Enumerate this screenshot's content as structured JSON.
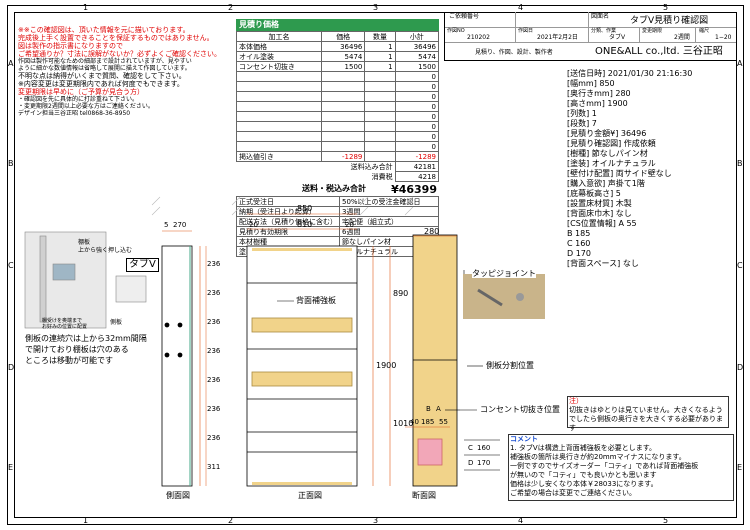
{
  "border": {
    "top_numbers": [
      "1",
      "2",
      "3",
      "4",
      "5"
    ],
    "bottom_numbers": [
      "1",
      "2",
      "3",
      "4",
      "5"
    ],
    "side_letters": [
      "A",
      "B",
      "C",
      "D",
      "E"
    ]
  },
  "title_block": {
    "label_customer_no": "ご依頼番号",
    "label_drawing_name": "図面名",
    "drawing_name": "タブV見積り確認図",
    "label_created_no": "作図NO",
    "label_created_date": "作図日",
    "created_no": "210202",
    "created_date": "2021年2月2日",
    "label_category": "分類、作業",
    "category": "タブV",
    "label_change": "変更期限",
    "change": "2週間",
    "label_scale": "縮尺",
    "scale": "1−20",
    "company_caption": "見積り、作図、設計、製作者",
    "company": "ONE&ALL co.,ltd.  三谷正昭"
  },
  "notes_red": [
    "※※この確認図は、頂いた情報を元に描いております。",
    "完成後上手く設置できることを保証するものではありません。",
    "図は製作の指示書になりますので",
    "ご希望通りか？寸法に誤解がないか？必ずよくご確認ください。",
    "作図は製作可能なための細部まで設計されていますが、見やすい",
    "ように細かな数値情報は省略して展開に描えて作図しています。",
    "不明な点は納得がいくまで質問、確認をして下さい。",
    "※内容変更は変更期限内であれば何度でもできます。",
    "変更期限は早めに（ご予算が見合う方）",
    "・確認図を先に具体的に打診重ねて下さい。",
    "・変更期限2週間以上必要な方はご連絡ください。",
    "デザイン担当三谷正昭  tel0868-36-8950"
  ],
  "estimate": {
    "title": "見積り価格",
    "headers": [
      "加工名",
      "価格",
      "数量",
      "小計"
    ],
    "rows": [
      [
        "本体価格",
        "36496",
        "1",
        "36496"
      ],
      [
        "オイル塗装",
        "5474",
        "1",
        "5474"
      ],
      [
        "コンセント切抜き",
        "1500",
        "1",
        "1500"
      ],
      [
        "",
        "",
        "",
        "0"
      ],
      [
        "",
        "",
        "",
        "0"
      ],
      [
        "",
        "",
        "",
        "0"
      ],
      [
        "",
        "",
        "",
        "0"
      ],
      [
        "",
        "",
        "",
        "0"
      ],
      [
        "",
        "",
        "",
        "0"
      ],
      [
        "",
        "",
        "",
        "0"
      ],
      [
        "",
        "",
        "",
        "0"
      ]
    ],
    "discount_label": "掲込値引き",
    "discount_value": "-1289",
    "discount_subtotal": "-1289",
    "shipping_total_label": "送料込み合計",
    "shipping_total": "42181",
    "tax_label": "消費税",
    "tax": "4218",
    "grand_label": "送料・税込み合計",
    "grand_total": "¥46399"
  },
  "conditions": [
    [
      "正式受注日",
      "50%以上の受注金確認日"
    ],
    [
      "納期（受注日より起算）",
      "3週間"
    ],
    [
      "配送方法（見積り価格に含む）",
      "宅配便（組立式）"
    ],
    [
      "見積り有効期限",
      "6週間"
    ],
    [
      "本材樹種",
      "節なしパイン材"
    ],
    [
      "塗装",
      "オイルナチュラル"
    ]
  ],
  "spec": {
    "date": "[送信日時] 2021/01/30 21:16:30",
    "lines": [
      "[幅mm] 850",
      "[奥行きmm] 280",
      "[高さmm] 1900",
      "[列数] 1",
      "[段数] 7",
      "[見積り金額¥] 36496",
      "[見積り確認図] 作成依頼",
      "[樹種] 節なしパイン材",
      "[塗装] オイルナチュラル",
      "[壁付け配置] 両サイド壁なし",
      "[購入意欲] 声掛て1階",
      "[底幕板高さ] 5",
      "[設置床材質] 木製",
      "[背面床巾木] なし",
      "[CS位置情報] A  55",
      "B  185",
      "C  160",
      "D  170",
      "[背面スペース] なし"
    ]
  },
  "diagram": {
    "tabv_label": "タブV",
    "shelf_label": "棚板",
    "shelf_note": "上から強く押し込む",
    "side_label": "側板",
    "insert_note": "棚受けを奥端まで\nお好みの位置に配置",
    "hole_note": "側板の連続穴は上から32mm間隔\nで開けており棚板は穴のある\nところは移動が可能です",
    "back_board": "背面補強板",
    "side_divider": "側板分割位置",
    "outlet": "コンセント切抜き位置",
    "joint": "タッピジョイント",
    "view_side": "側面図",
    "view_front": "正面図",
    "view_section": "断面図",
    "dim_850": "850",
    "dim_20a": "20",
    "dim_810": "810",
    "dim_20b": "20",
    "dim_280": "280",
    "dim_270": "270",
    "dim_5": "5",
    "dim_1900": "1900",
    "dim_890": "890",
    "dim_1010": "1010",
    "dim_40": "40",
    "dim_185": "185",
    "dim_55": "55",
    "dim_160": "160",
    "dim_170": "170",
    "lbl_a": "A",
    "lbl_b": "B",
    "lbl_c": "C",
    "lbl_d": "D",
    "shelf_gaps": [
      "236",
      "236",
      "236",
      "236",
      "236",
      "236",
      "236",
      "311"
    ]
  },
  "note_box": {
    "title": "注）",
    "text": "切抜きはゆとりは見ていません。大きくなるようでしたら側板の奥行きを大きくする必要があります"
  },
  "comment": {
    "title": "コメント",
    "lines": [
      "1. タブVは構造上背面補強板を必要とします。",
      "補強板の箇所は奥行きが約20mmマイナスになります。",
      "一例ですのでサイズオーダー「コティ」であれば背面補強板",
      "が無いので「コティ」でも良いかとも思います",
      "価格は少し安くなり本体￥28033になります。",
      "ご希望の場合は変更でご連絡ください。"
    ]
  },
  "colors": {
    "accent_green": "#2e9a4e",
    "red": "#e00000",
    "wood": "#f1d38a",
    "dim_orange": "#e05a1c",
    "outlet_pink": "#f2a7b8"
  }
}
